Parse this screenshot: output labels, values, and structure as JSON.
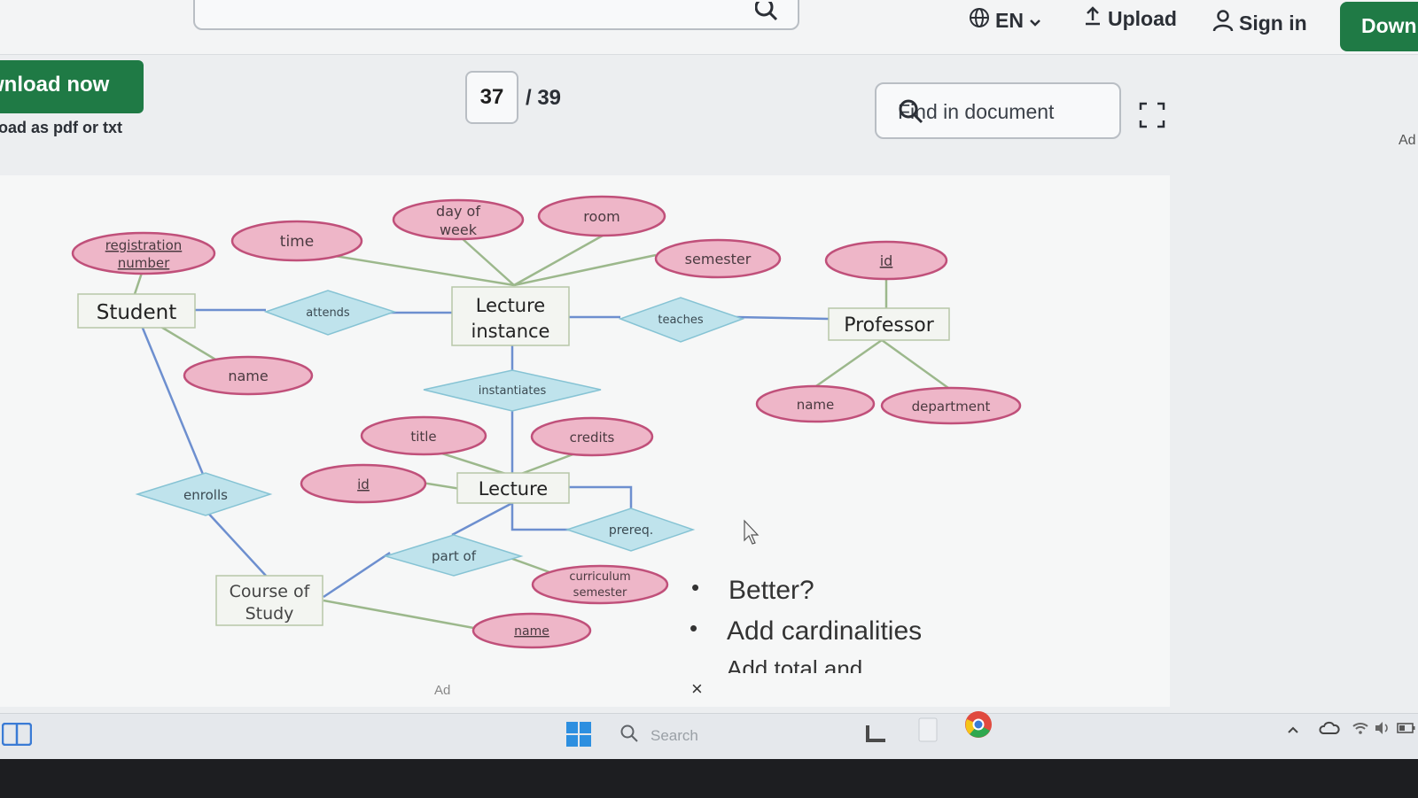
{
  "header": {
    "language": "EN",
    "upload_label": "Upload",
    "sign_in_label": "Sign in",
    "download_label": "Downl"
  },
  "toolbar": {
    "download_now_label": "wnload now",
    "download_sub": "oad as pdf or txt",
    "current_page": "37",
    "total_pages": "/ 39",
    "find_placeholder": "Find in document",
    "ad_label": "Ad"
  },
  "diagram": {
    "entities": {
      "student": "Student",
      "lecture_instance_line1": "Lecture",
      "lecture_instance_line2": "instance",
      "professor": "Professor",
      "lecture": "Lecture",
      "course_line1": "Course of",
      "course_line2": "Study"
    },
    "relationships": {
      "attends": "attends",
      "teaches": "teaches",
      "instantiates": "instantiates",
      "enrolls": "enrolls",
      "prereq": "prereq.",
      "part_of": "part of"
    },
    "attributes": {
      "registration_line1": "registration",
      "registration_line2": "number",
      "time": "time",
      "day_line1": "day of",
      "day_line2": "week",
      "room": "room",
      "semester": "semester",
      "prof_id": "id",
      "student_name": "name",
      "prof_name": "name",
      "department": "department",
      "title": "title",
      "credits": "credits",
      "lecture_id": "id",
      "curriculum_line1": "curriculum",
      "curriculum_line2": "semester",
      "course_name": "name"
    }
  },
  "notes": {
    "bullet1": "Better?",
    "bullet2": "Add cardinalities",
    "bullet3": "Add total and"
  },
  "ad": {
    "label": "Ad",
    "close": "×"
  },
  "taskbar": {
    "search_placeholder": "Search"
  },
  "colors": {
    "entity_fill": "#f3f5f1",
    "attribute_fill": "#eeb6c8",
    "attribute_stroke": "#c0507a",
    "relationship_fill": "#bfe3ec",
    "relationship_stroke": "#86c3d4",
    "link_blue": "#6d8fcf",
    "link_green": "#9cb88c",
    "download_green": "#1f7a45"
  }
}
